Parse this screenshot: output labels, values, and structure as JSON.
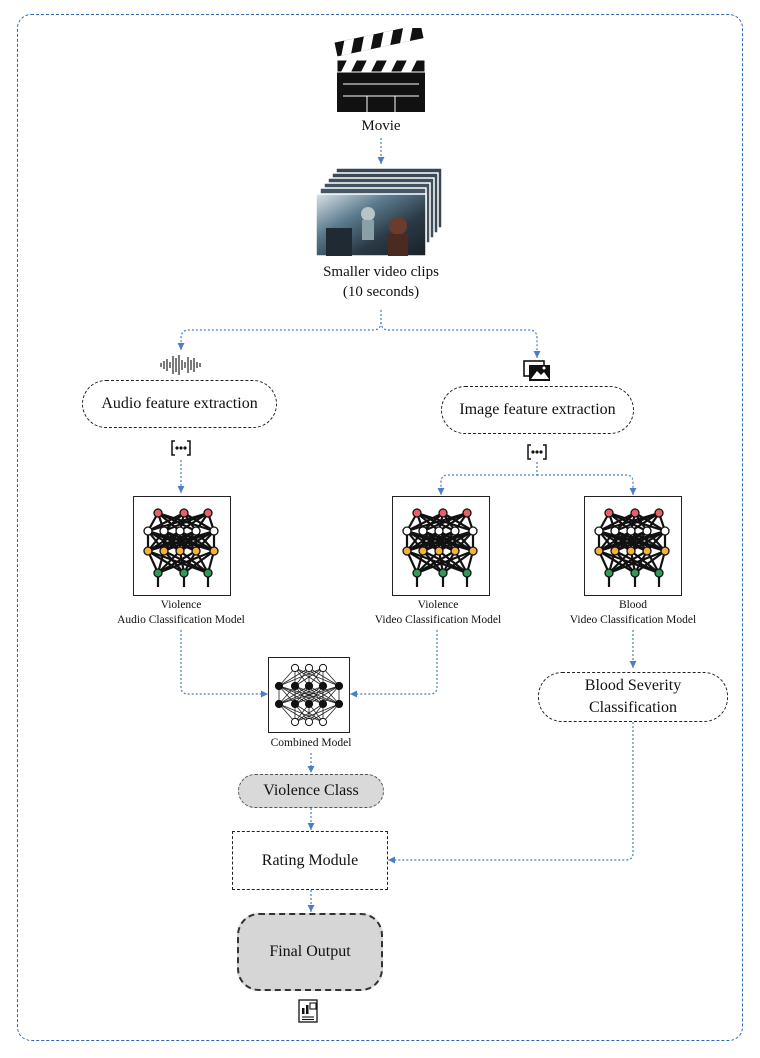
{
  "movie": {
    "label": "Movie"
  },
  "clips": {
    "label_line1": "Smaller video clips",
    "label_line2": "(10 seconds)"
  },
  "audio_extraction": {
    "label": "Audio feature extraction"
  },
  "image_extraction": {
    "label": "Image feature extraction"
  },
  "violence_audio_model": {
    "line1": "Violence",
    "line2": "Audio Classification Model"
  },
  "violence_video_model": {
    "line1": "Violence",
    "line2": "Video Classification Model"
  },
  "blood_video_model": {
    "line1": "Blood",
    "line2": "Video Classification Model"
  },
  "blood_severity": {
    "line1": "Blood Severity",
    "line2": "Classification"
  },
  "combined_model": {
    "label": "Combined Model"
  },
  "violence_class": {
    "label": "Violence Class"
  },
  "rating_module": {
    "label": "Rating Module"
  },
  "final_output": {
    "label": "Final Output"
  },
  "icons": {
    "movie": "clapperboard-icon",
    "clips": "video-frames-icon",
    "audio": "sound-wave-icon",
    "image": "image-gallery-icon",
    "features": "feature-vector-icon",
    "report": "report-icon"
  },
  "colors": {
    "border": "#2f67b6",
    "connector": "#4a7fc8",
    "neuron_output": "#e8606a",
    "neuron_hidden": "#f4b23a",
    "neuron_input": "#2e9a58",
    "highlight_fill": "#d9d9d9"
  }
}
